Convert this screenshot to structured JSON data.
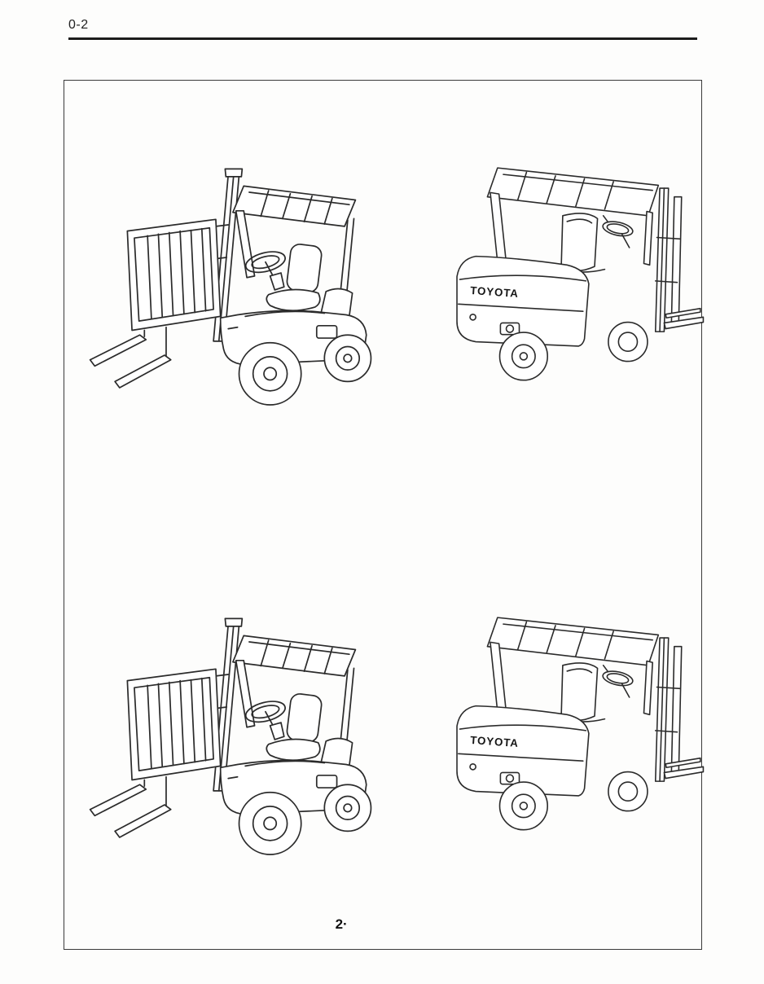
{
  "page": {
    "header_label": "0-2",
    "page_number": "2·",
    "brand": "TOYOTA"
  }
}
